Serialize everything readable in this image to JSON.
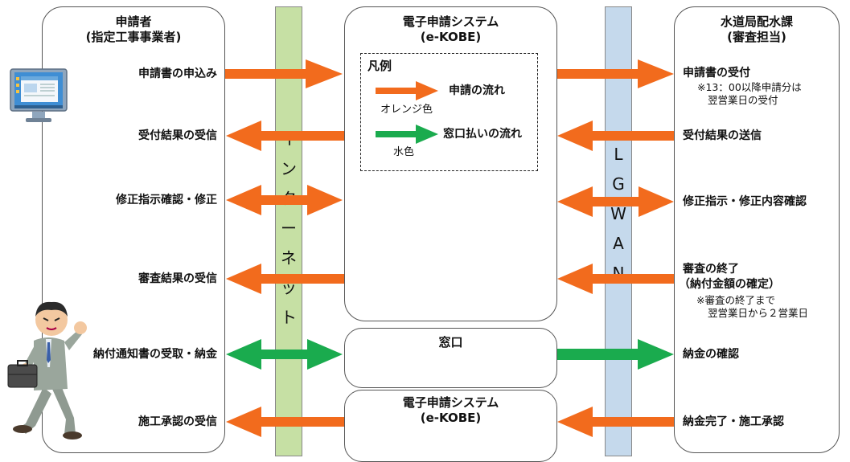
{
  "columns": {
    "applicant": {
      "title1": "申請者",
      "title2": "(指定工事事業者)"
    },
    "system": {
      "title1": "電子申請システム",
      "title2": "(e-KOBE)"
    },
    "water": {
      "title1": "水道局配水課",
      "title2": "(審査担当)"
    }
  },
  "bands": {
    "internet": [
      "イ",
      "ン",
      "タ",
      "ー",
      "ネ",
      "ッ",
      "ト"
    ],
    "lgwan": [
      "L",
      "G",
      "W",
      "A",
      "N"
    ]
  },
  "legend": {
    "title": "凡例",
    "apply_flow": "申請の流れ",
    "apply_color": "オレンジ色",
    "counter_flow": "窓口払いの流れ",
    "counter_color": "水色"
  },
  "window_box": {
    "label": "窓口"
  },
  "system_box2": {
    "title1": "電子申請システム",
    "title2": "(e-KOBE)"
  },
  "applicant_steps": [
    "申請書の申込み",
    "受付結果の受信",
    "修正指示確認・修正",
    "審査結果の受信",
    "納付通知書の受取・納金",
    "施工承認の受信"
  ],
  "water_steps": {
    "receive": "申請書の受付",
    "receive_note1": "※13：00以降申請分は",
    "receive_note2": "翌営業日の受付",
    "send_result": "受付結果の送信",
    "fix_confirm": "修正指示・修正内容確認",
    "review_end1": "審査の終了",
    "review_end2": "（納付金額の確定）",
    "review_note1": "※審査の終了まで",
    "review_note2": "翌営業日から２営業日",
    "payment_confirm": "納金の確認",
    "payment_done": "納金完了・施工承認"
  },
  "colors": {
    "orange": "#f26b1d",
    "green": "#1aab4e",
    "internet_band": "#c6e0a4",
    "lgwan_band": "#c5d9ec"
  },
  "icons": [
    "computer-monitor-icon",
    "running-businessman-icon"
  ]
}
